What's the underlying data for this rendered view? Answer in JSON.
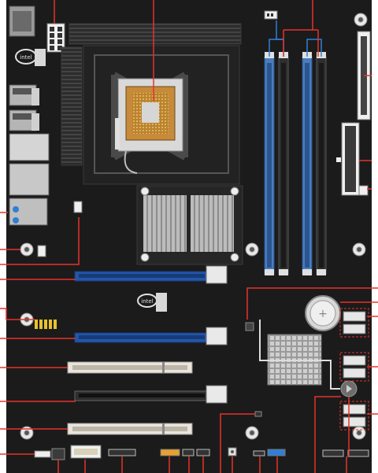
{
  "diagram": {
    "board_color": "#1a1a1a",
    "callout_color": "#e8322b",
    "memory_link_color": "#2f7fd6",
    "logo_text_top": "intel",
    "logo_text_mid": "intel",
    "components": [
      {
        "name": "cpu-socket",
        "type": "socket"
      },
      {
        "name": "dimm-slot-1",
        "type": "memory",
        "color": "#4a7cc0"
      },
      {
        "name": "dimm-slot-2",
        "type": "memory",
        "color": "#2a2a2a"
      },
      {
        "name": "dimm-slot-3",
        "type": "memory",
        "color": "#4a7cc0"
      },
      {
        "name": "dimm-slot-4",
        "type": "memory",
        "color": "#2a2a2a"
      },
      {
        "name": "pcie-x16-slot-1",
        "type": "expansion",
        "color": "#2456a8"
      },
      {
        "name": "pcie-x16-slot-2",
        "type": "expansion",
        "color": "#2456a8"
      },
      {
        "name": "pci-slot-1",
        "type": "expansion",
        "color": "#e9e5dc"
      },
      {
        "name": "pcie-x4-slot",
        "type": "expansion",
        "color": "#2a2a2a"
      },
      {
        "name": "pci-slot-2",
        "type": "expansion",
        "color": "#e9e5dc"
      },
      {
        "name": "chipset-heatsink",
        "type": "cooling"
      },
      {
        "name": "southbridge-heatsink",
        "type": "cooling"
      },
      {
        "name": "cmos-battery",
        "type": "power"
      },
      {
        "name": "atx-power-connector",
        "type": "power"
      },
      {
        "name": "floppy-connector",
        "type": "storage"
      },
      {
        "name": "sata-ports",
        "type": "storage",
        "count": 6
      },
      {
        "name": "rear-io-panel",
        "type": "io"
      }
    ]
  }
}
